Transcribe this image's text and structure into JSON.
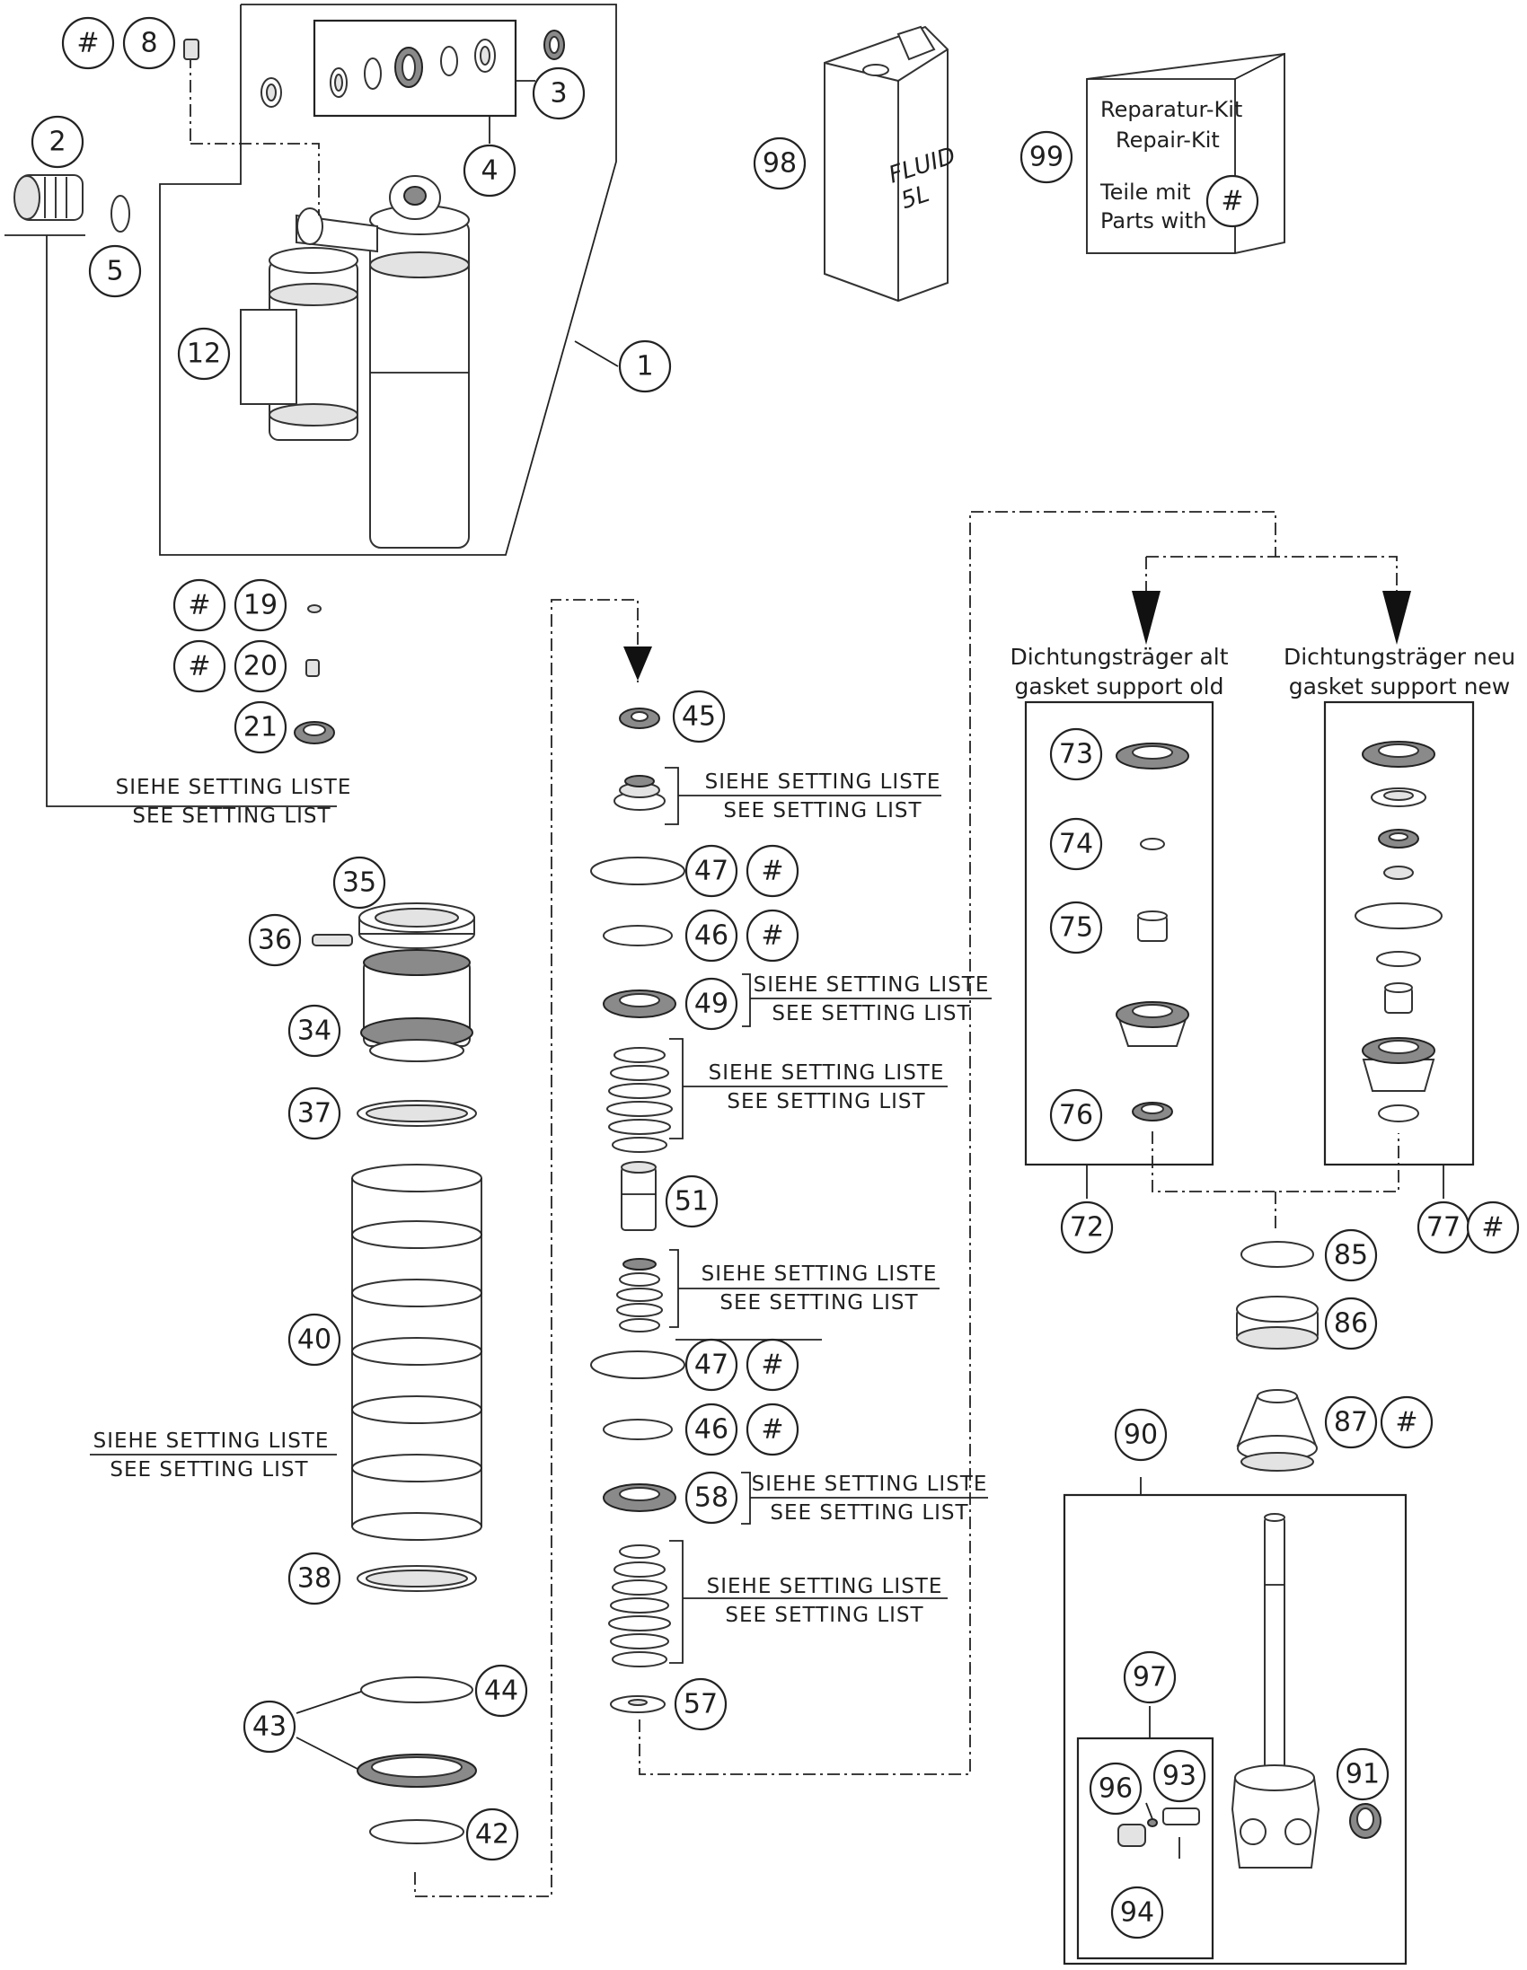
{
  "callouts": {
    "c1": "1",
    "c2": "2",
    "c3": "3",
    "c4": "4",
    "c5": "5",
    "c8": "8",
    "c12": "12",
    "c19": "19",
    "c20": "20",
    "c21": "21",
    "c34": "34",
    "c35": "35",
    "c36": "36",
    "c37": "37",
    "c38": "38",
    "c40": "40",
    "c42": "42",
    "c43": "43",
    "c44": "44",
    "c45": "45",
    "c46a": "46",
    "c46b": "46",
    "c47a": "47",
    "c47b": "47",
    "c49": "49",
    "c51": "51",
    "c57": "57",
    "c58": "58",
    "c72": "72",
    "c73": "73",
    "c74": "74",
    "c75": "75",
    "c76": "76",
    "c77": "77",
    "c85": "85",
    "c86": "86",
    "c87": "87",
    "c90": "90",
    "c91": "91",
    "c93": "93",
    "c94": "94",
    "c96": "96",
    "c97": "97",
    "c98": "98",
    "c99": "99"
  },
  "marker": "#",
  "setting_de": "SIEHE SETTING LISTE",
  "setting_en": "SEE SETTING LIST",
  "gasket_old_de": "Dichtungsträger alt",
  "gasket_old_en": "gasket support old",
  "gasket_new_de": "Dichtungsträger neu",
  "gasket_new_en": "gasket support new",
  "kit": {
    "line1": "Reparatur-Kit",
    "line2": "Repair-Kit",
    "line3": "Teile mit",
    "line4": "Parts with"
  },
  "fluid": {
    "line1": "FLUID",
    "line2": "5L"
  }
}
